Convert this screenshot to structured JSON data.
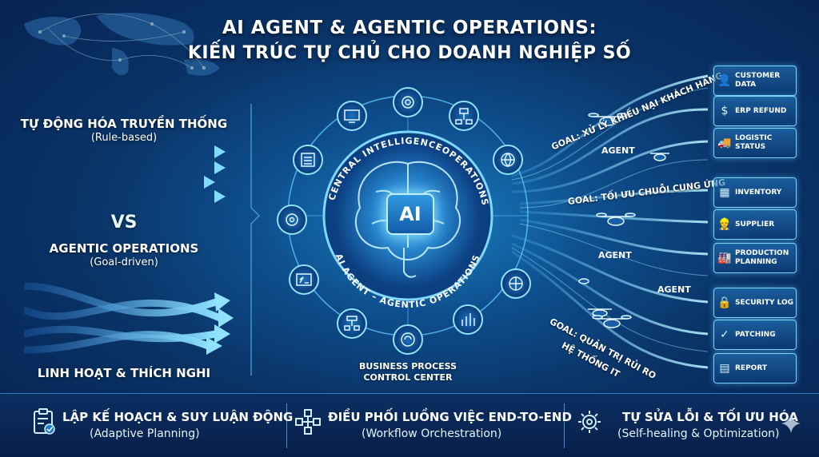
{
  "title": {
    "line1": "AI AGENT & AGENTIC OPERATIONS:",
    "line2": "KIẾN TRÚC TỰ CHỦ CHO DOANH NGHIỆP SỐ"
  },
  "left": {
    "traditional": "TỰ ĐỘNG HÓA TRUYỀN THỐNG",
    "traditional_sub": "(Rule-based)",
    "vs": "VS",
    "agentic": "AGENTIC OPERATIONS",
    "agentic_sub": "(Goal-driven)",
    "flex": "LINH HOẠT & THÍCH NGHI"
  },
  "center": {
    "ai": "AI",
    "ring_top": "CENTRAL INTELLIGENCE",
    "ring_top2": "OPERATIONS",
    "ring_bottom": "AI AGENT – AGENTIC OPERATIONS",
    "bpc_line1": "BUSINESS PROCESS",
    "bpc_line2": "CONTROL CENTER",
    "icons": [
      "monitor-icon",
      "gear-icon",
      "hierarchy-icon",
      "globe-icon",
      "dashboard-icon",
      "document-icon",
      "settings-cycle-icon",
      "code-icon",
      "chart-icon",
      "flowchart-icon",
      "refresh-gear-icon"
    ]
  },
  "goals": {
    "goal1": "GOAL: XỬ LÝ KHIẾU NẠI KHÁCH HÀNG",
    "goal2": "GOAL: TỐI ƯU CHUỖI CUNG ỨNG",
    "goal3": "GOAL: QUẢN TRỊ RỦI RO",
    "goal3b": "HỆ THỐNG IT"
  },
  "agents": {
    "a1": "AGENT",
    "a2": "AGENT",
    "a3": "AGENT"
  },
  "panels": [
    {
      "icon": "user-icon",
      "glyph": "👤",
      "line1": "CUSTOMER",
      "line2": "DATA"
    },
    {
      "icon": "refund-icon",
      "glyph": "$",
      "line1": "ERP REFUND",
      "line2": ""
    },
    {
      "icon": "truck-icon",
      "glyph": "🚚",
      "line1": "LOGISTIC",
      "line2": "STATUS"
    },
    {
      "icon": "box-icon",
      "glyph": "▦",
      "line1": "INVENTORY",
      "line2": ""
    },
    {
      "icon": "supplier-icon",
      "glyph": "👷",
      "line1": "SUPPLIER",
      "line2": ""
    },
    {
      "icon": "factory-icon",
      "glyph": "🏭",
      "line1": "PRODUCTION",
      "line2": "PLANNING"
    },
    {
      "icon": "lock-icon",
      "glyph": "🔒",
      "line1": "SECURITY LOG",
      "line2": ""
    },
    {
      "icon": "shield-icon",
      "glyph": "✓",
      "line1": "PATCHING",
      "line2": ""
    },
    {
      "icon": "report-icon",
      "glyph": "▤",
      "line1": "REPORT",
      "line2": ""
    }
  ],
  "bottom": {
    "c1_main": "LẬP KẾ HOẠCH & SUY LUẬN ĐỘNG",
    "c1_sub": "(Adaptive Planning)",
    "c2_main": "ĐIỀU PHỐI LUỒNG VIỆC END-TO-END",
    "c2_sub": "(Workflow Orchestration)",
    "c3_main": "TỰ SỬA LỖI & TỐI ƯU HÓA",
    "c3_sub": "(Self-healing & Optimization)"
  },
  "colors": {
    "accent": "#4fc3ff",
    "glow": "#7fd9ff",
    "background": "#06224a"
  }
}
